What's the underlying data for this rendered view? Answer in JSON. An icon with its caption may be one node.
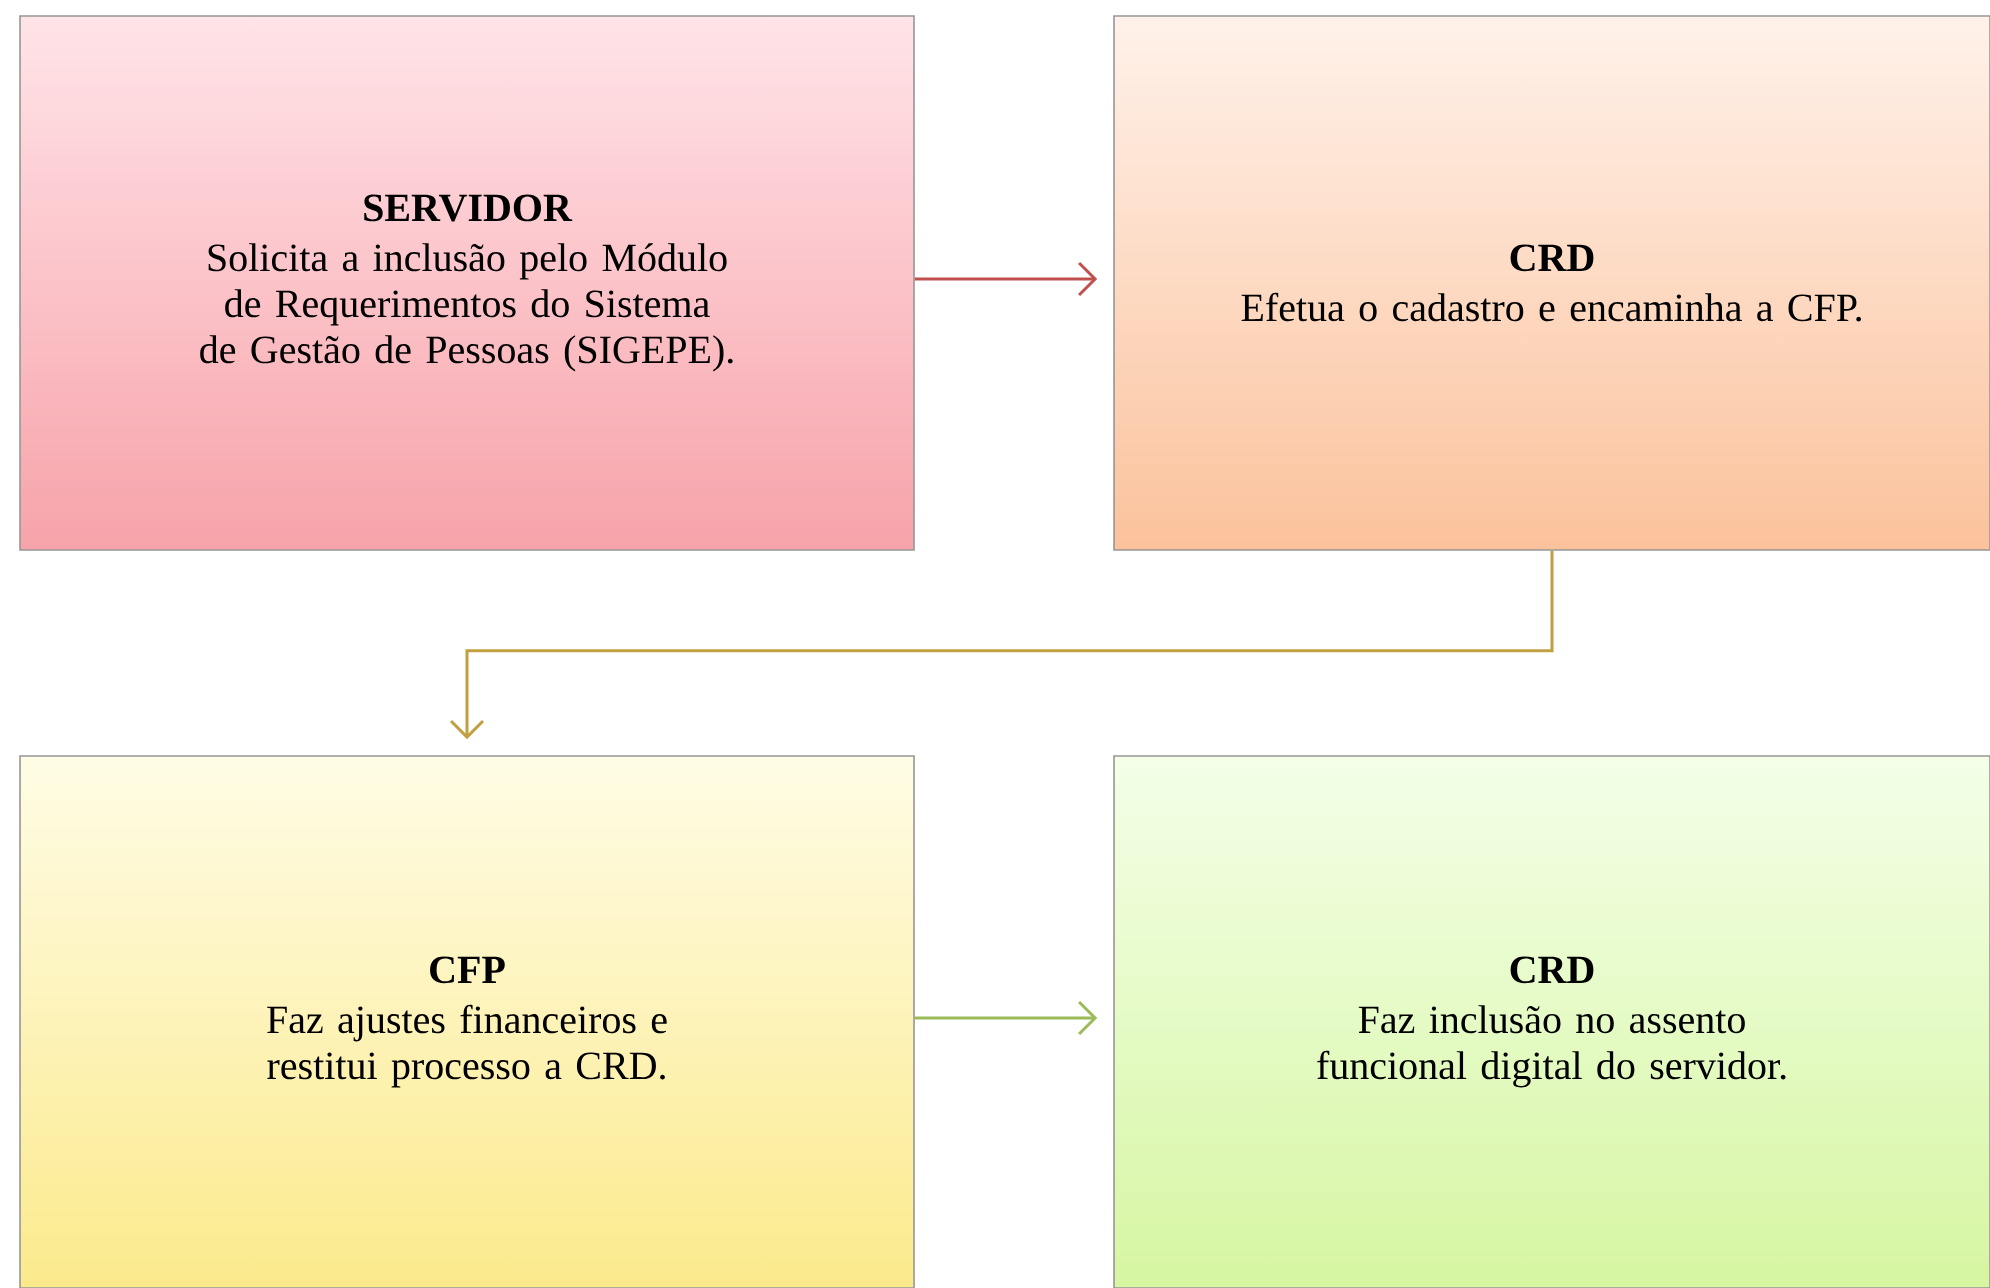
{
  "diagram": {
    "nodes": [
      {
        "text": [
          "SERVIDOR",
          "Solicita a inclusão pelo Módulo de Requerimentos do Sistema de Gestão de Pessoas (SIGEPE)."
        ]
      },
      {
        "text": [
          "CRD",
          "Efetua o cadastro e encaminha a CFP."
        ]
      },
      {
        "text": [
          "CFP",
          "Faz ajustes financeiros e restitui processo a CRD."
        ]
      },
      {
        "text": [
          "CRD",
          "Faz inclusão no assento funcional digital do servidor."
        ]
      }
    ],
    "edges": [
      {
        "from": 0,
        "to": 1,
        "arrow": "to",
        "color": "#c0504d"
      },
      {
        "from": 1,
        "to": 2,
        "arrow": "to",
        "color": "#c0a040"
      },
      {
        "from": 2,
        "to": 3,
        "arrow": "to",
        "color": "#9bbb59"
      }
    ]
  }
}
